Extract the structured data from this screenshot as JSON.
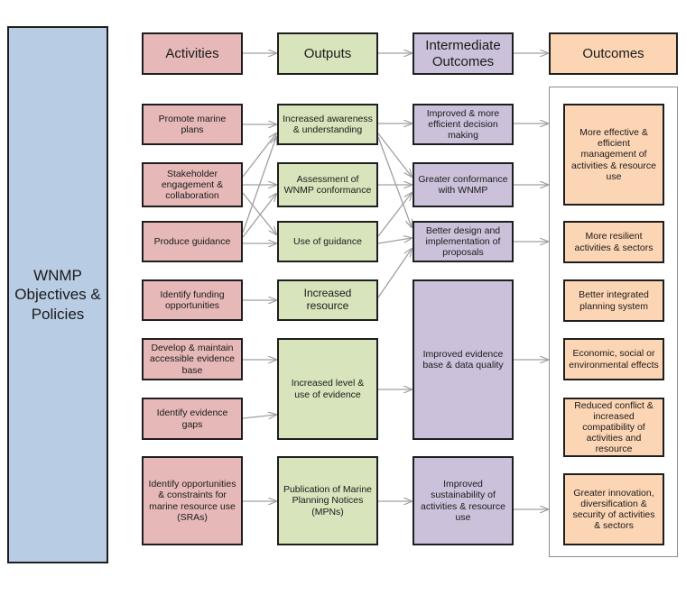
{
  "objectives": "WNMP Objectives & Policies",
  "headers": {
    "activities": "Activities",
    "outputs": "Outputs",
    "intermediate": "Intermediate Outcomes",
    "outcomes": "Outcomes"
  },
  "activities": [
    "Promote marine plans",
    "Stakeholder engagement  & collaboration",
    "Produce guidance",
    "Identify funding opportunities",
    "Develop & maintain accessible evidence base",
    "Identify evidence gaps",
    "Identify opportunities & constraints for marine resource use (SRAs)"
  ],
  "outputs": [
    "Increased awareness & understanding",
    "Assessment of WNMP conformance",
    "Use of guidance",
    "Increased resource",
    "Increased level & use of evidence",
    "Publication of Marine Planning Notices (MPNs)"
  ],
  "intermediate": [
    "Improved & more efficient decision making",
    "Greater conformance with WNMP",
    "Better design and implementation of proposals",
    "Improved evidence base & data quality",
    "Improved sustainability of activities & resource use"
  ],
  "outcomes": [
    "More effective & efficient management of activities & resource use",
    "More resilient activities & sectors",
    "Better  integrated planning system",
    "Economic, social or environmental effects",
    "Reduced conflict & increased compatibility of activities and resource",
    "Greater innovation, diversification  & security of activities & sectors"
  ],
  "colors": {
    "objectives": "#b8cce4",
    "activities": "#e6b9b8",
    "outputs": "#d7e4bc",
    "intermediate": "#ccc1da",
    "outcomes": "#fcd5b4",
    "arrows": "#a0a0a0"
  }
}
